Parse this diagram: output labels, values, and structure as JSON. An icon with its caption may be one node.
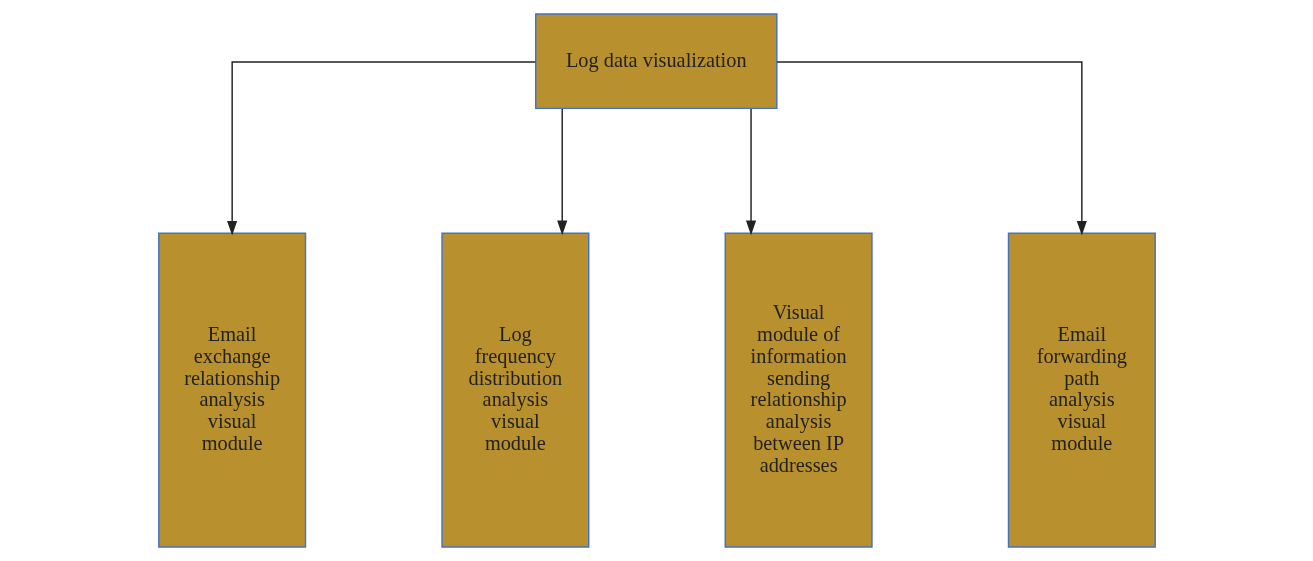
{
  "diagram": {
    "nodes": [
      {
        "text": [
          "Log data visualization"
        ]
      },
      {
        "text": [
          "Email exchange relationship analysis visual module"
        ]
      },
      {
        "text": [
          "Log frequency distribution analysis visual module"
        ]
      },
      {
        "text": [
          "Visual module of information sending relationship analysis between IP addresses"
        ]
      },
      {
        "text": [
          "Email forwarding path analysis visual module"
        ]
      }
    ],
    "edges": [
      {
        "from": 0,
        "to": 1,
        "arrow": "to"
      },
      {
        "from": 0,
        "to": 2,
        "arrow": "to"
      },
      {
        "from": 0,
        "to": 3,
        "arrow": "to"
      },
      {
        "from": 0,
        "to": 4,
        "arrow": "to"
      }
    ]
  }
}
